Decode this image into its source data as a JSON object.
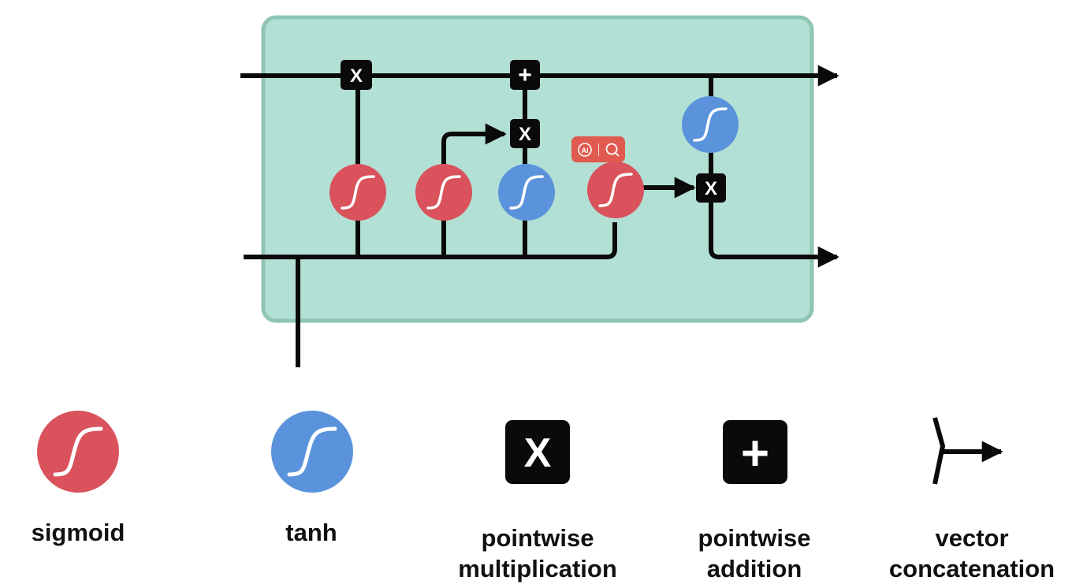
{
  "colors": {
    "cell_fill": "#b2e0d4",
    "cell_border": "#8fc5b4",
    "sigmoid": "#d9525c",
    "tanh": "#5a93dc",
    "op_box": "#0a0a0a",
    "line": "#0a0a0a",
    "toolbar": "#e15a4f"
  },
  "diagram": {
    "ops": {
      "forget_mult": "X",
      "cell_add": "+",
      "input_mult": "X",
      "output_mult": "X"
    }
  },
  "legend": [
    {
      "id": "sigmoid",
      "icon": "sigmoid-icon",
      "label_lines": [
        "sigmoid"
      ]
    },
    {
      "id": "tanh",
      "icon": "tanh-icon",
      "label_lines": [
        "tanh"
      ]
    },
    {
      "id": "mult",
      "icon": "multiply-icon",
      "symbol": "X",
      "label_lines": [
        "pointwise",
        "multiplication"
      ]
    },
    {
      "id": "add",
      "icon": "plus-icon",
      "symbol": "+",
      "label_lines": [
        "pointwise",
        "addition"
      ]
    },
    {
      "id": "concat",
      "icon": "concat-arrow-icon",
      "label_lines": [
        "vector",
        "concatenation"
      ]
    }
  ],
  "toolbar": {
    "ai_icon": "ai-icon",
    "search_icon": "search-icon"
  }
}
